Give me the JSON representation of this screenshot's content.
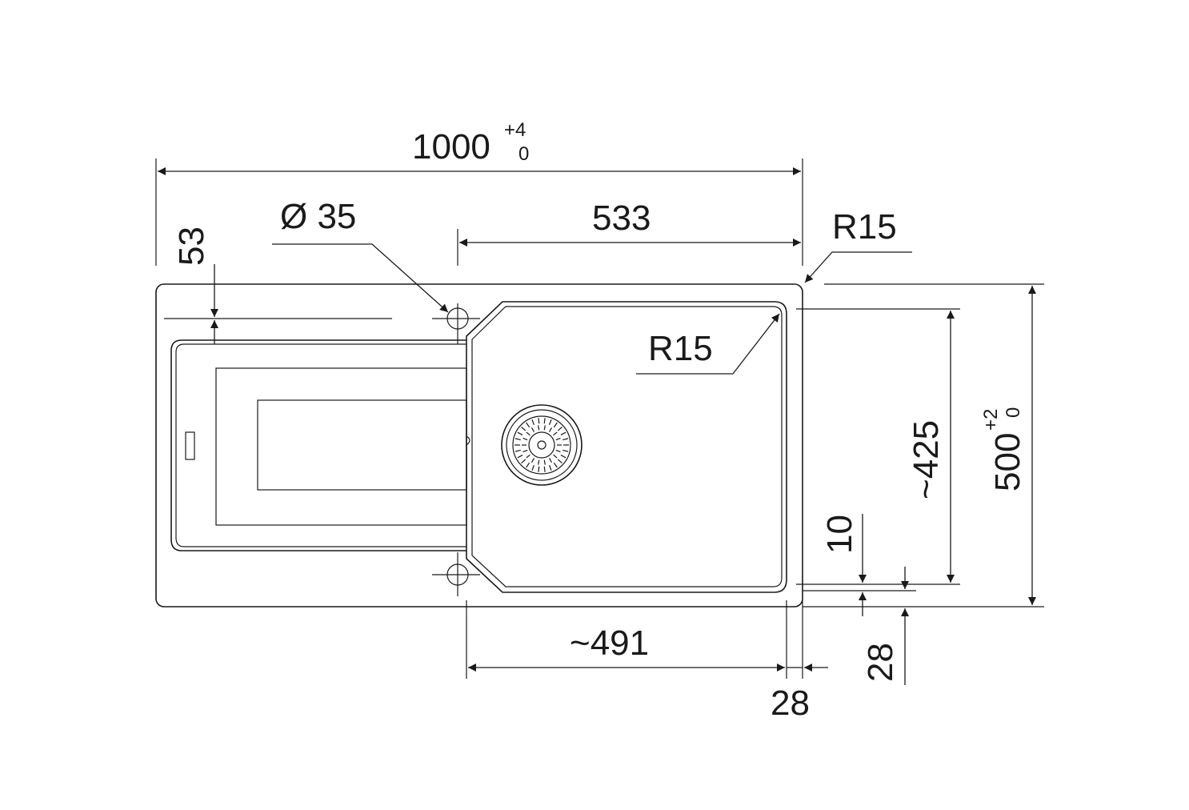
{
  "dimensions": {
    "overall_width": {
      "value": "1000",
      "tol_upper": "+4",
      "tol_lower": "0"
    },
    "overall_depth": {
      "value": "500",
      "tol_upper": "+2",
      "tol_lower": "0"
    },
    "bowl_offset_width": "533",
    "tap_hole_diameter": "Ø 35",
    "tap_hole_offset": "53",
    "outer_radius": "R15",
    "bowl_radius": "R15",
    "bowl_depth": "~425",
    "bowl_width": "~491",
    "rim_right": "28",
    "rim_bottom": "28",
    "rim_inner": "10"
  },
  "colors": {
    "line": "#1a1a1a",
    "background": "#ffffff"
  }
}
